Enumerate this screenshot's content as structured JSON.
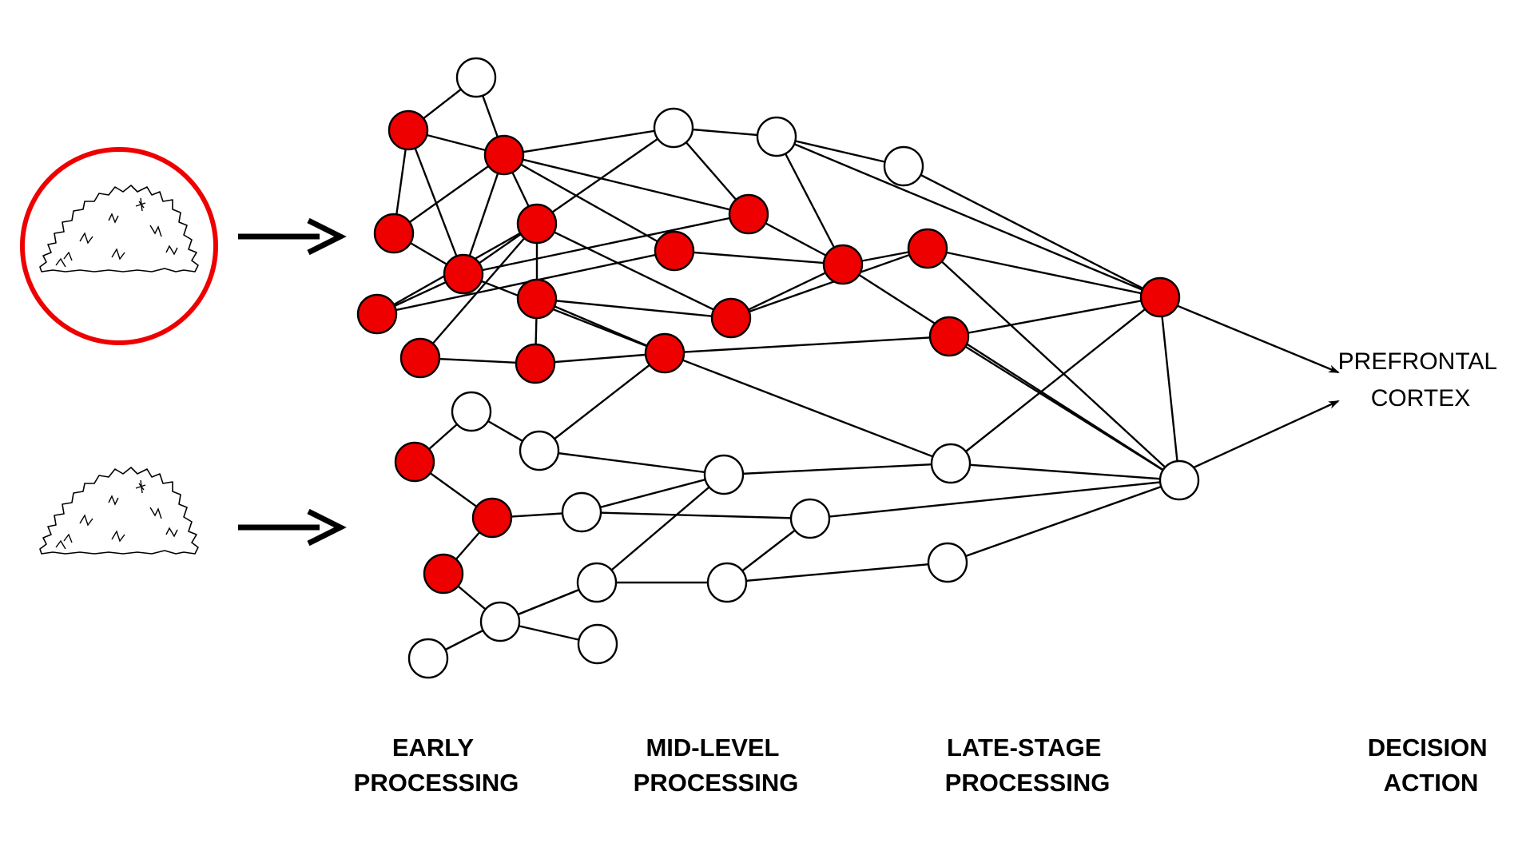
{
  "stages": [
    {
      "line1": "EARLY",
      "line2": "PROCESSING"
    },
    {
      "line1": "MID-LEVEL",
      "line2": "PROCESSING"
    },
    {
      "line1": "LATE-STAGE",
      "line2": "PROCESSING"
    },
    {
      "line1": "DECISION",
      "line2": "ACTION"
    }
  ],
  "target": {
    "line1": "PREFRONTAL",
    "line2": "CORTEX"
  },
  "colors": {
    "active": "#ee0000",
    "idle": "#ffffff",
    "line": "#000000",
    "highlight": "#ee0000"
  },
  "stimuli": [
    {
      "name": "haystack-icon",
      "highlighted": true
    },
    {
      "name": "haystack-icon",
      "highlighted": false
    }
  ]
}
